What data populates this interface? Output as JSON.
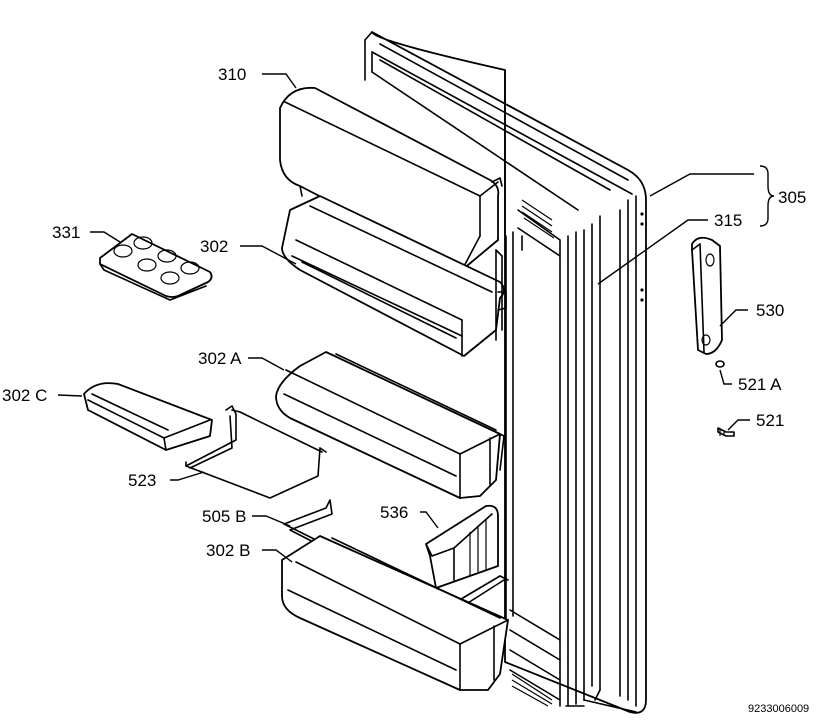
{
  "labels": {
    "310": "310",
    "305": "305",
    "315": "315",
    "331": "331",
    "302": "302",
    "530": "530",
    "302A": "302 A",
    "521A": "521 A",
    "302C": "302 C",
    "521": "521",
    "523": "523",
    "505B": "505 B",
    "536": "536",
    "302B": "302 B"
  },
  "drawing_code": "9233006009"
}
